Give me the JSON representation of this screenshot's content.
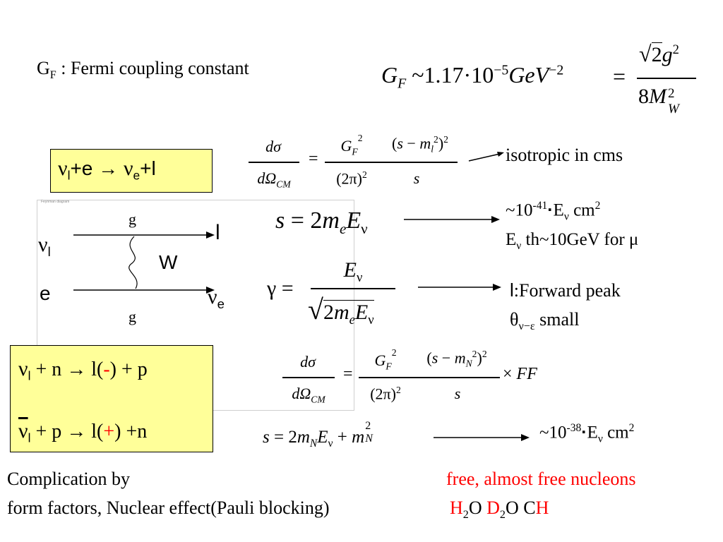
{
  "gf_def": {
    "G": "G",
    "F": "F",
    "rest": " : Fermi coupling constant"
  },
  "gf_formula": {
    "lhs_G": "G",
    "lhs_F": "F",
    "tilde": "~",
    "num": "1.17",
    "dot": "·",
    "ten": "10",
    "exp1": "−5",
    "gev": "GeV",
    "exp2": "−2",
    "eq": "=",
    "top_sqrt": "2",
    "top_g": "g",
    "top_exp": "2",
    "bot_8": "8",
    "bot_M": "M",
    "bot_exp": "2",
    "bot_W": "W"
  },
  "reaction1": {
    "nu": "ν",
    "l": "l",
    "plus_e": "+e",
    "arrow": "→",
    "nu2": "ν",
    "e": "e",
    "plus_l": "+l"
  },
  "xsec1": {
    "dsigma": "dσ",
    "dOmega": "dΩ",
    "cm": "CM",
    "eq": "=",
    "gf_G": "G",
    "gf_F": "F",
    "gf_exp": "2",
    "twopi": "(2π)",
    "twopi_exp": "2",
    "num_open": "(",
    "s": "s",
    "minus": " − ",
    "m": "m",
    "m_sub": "l",
    "m_exp": "2",
    "num_close": ")",
    "num_exp": "2",
    "den_s": "s"
  },
  "isotropic": "isotropic in cms",
  "s_formula1": {
    "s": "s",
    "eq": " = 2",
    "m": "m",
    "e": "e",
    "E": "E",
    "nu": "ν"
  },
  "result1": {
    "line1_pre": "~10",
    "line1_exp": "-41",
    "line1_dot": "·",
    "line1_E": "E",
    "line1_nu": "ν",
    "line1_cm": " cm",
    "line1_cm_exp": "2",
    "line2_E": "E",
    "line2_nu": "ν",
    "line2_rest": " th~10GeV for ",
    "line2_mu": "μ"
  },
  "gamma_formula": {
    "gamma": "γ",
    "eq": "=",
    "top_E": "E",
    "top_nu": "ν",
    "bot_2": "2",
    "bot_m": "m",
    "bot_e": "e",
    "bot_E": "E",
    "bot_nu": "ν"
  },
  "forward": {
    "l": "l",
    "colon": ":",
    "text": "Forward peak",
    "theta": "θ",
    "sub": "ν−ε",
    "small": " small"
  },
  "feynman": {
    "nu": "ν",
    "nu_sub": "l",
    "l_out": "l",
    "g_top": "g",
    "W": "W",
    "e_in": "e",
    "nu_out": "ν",
    "nu_out_sub": "e",
    "g_bottom": "g",
    "tiny_label": "Feynman diagram"
  },
  "reaction2": {
    "line1": {
      "nu": "ν",
      "l": "l",
      "rest1": " + n → l(",
      "sign": "-",
      "rest2": ") + p"
    },
    "line2": {
      "nu": "ν",
      "l": "l",
      "rest1": " + p → l(",
      "sign": "+",
      "rest2": ") +n"
    }
  },
  "xsec2": {
    "dsigma": "dσ",
    "dOmega": "dΩ",
    "cm": "CM",
    "eq": "=",
    "gf_G": "G",
    "gf_F": "F",
    "gf_exp": "2",
    "twopi": "(2π)",
    "twopi_exp": "2",
    "num_open": "(",
    "s": "s",
    "minus": " − ",
    "m": "m",
    "m_sub": "N",
    "m_exp": "2",
    "num_close": ")",
    "num_exp": "2",
    "den_s": "s",
    "times": "× ",
    "ff": "FF"
  },
  "s_formula2": {
    "s": "s",
    "eq": " = 2",
    "m": "m",
    "N": "N",
    "E": "E",
    "nu": "ν",
    "plus": " + ",
    "m2": "m",
    "N2": "N",
    "exp": "2"
  },
  "result2": {
    "pre": "~10",
    "exp": "-38",
    "dot": "·",
    "E": "E",
    "nu": "ν",
    "cm": " cm",
    "cm_exp": "2"
  },
  "complication": {
    "line1": "Complication by",
    "line2": "form factors, Nuclear effect(Pauli blocking)"
  },
  "free": {
    "line1": "free, almost free nucleons",
    "h": "H",
    "h2": "2",
    "o1": "O ",
    "d": "D",
    "d2": "2",
    "o2": "O C",
    "hh": "H"
  },
  "colors": {
    "highlight": "#ffff99",
    "red": "#ff0000",
    "text": "#000000"
  }
}
